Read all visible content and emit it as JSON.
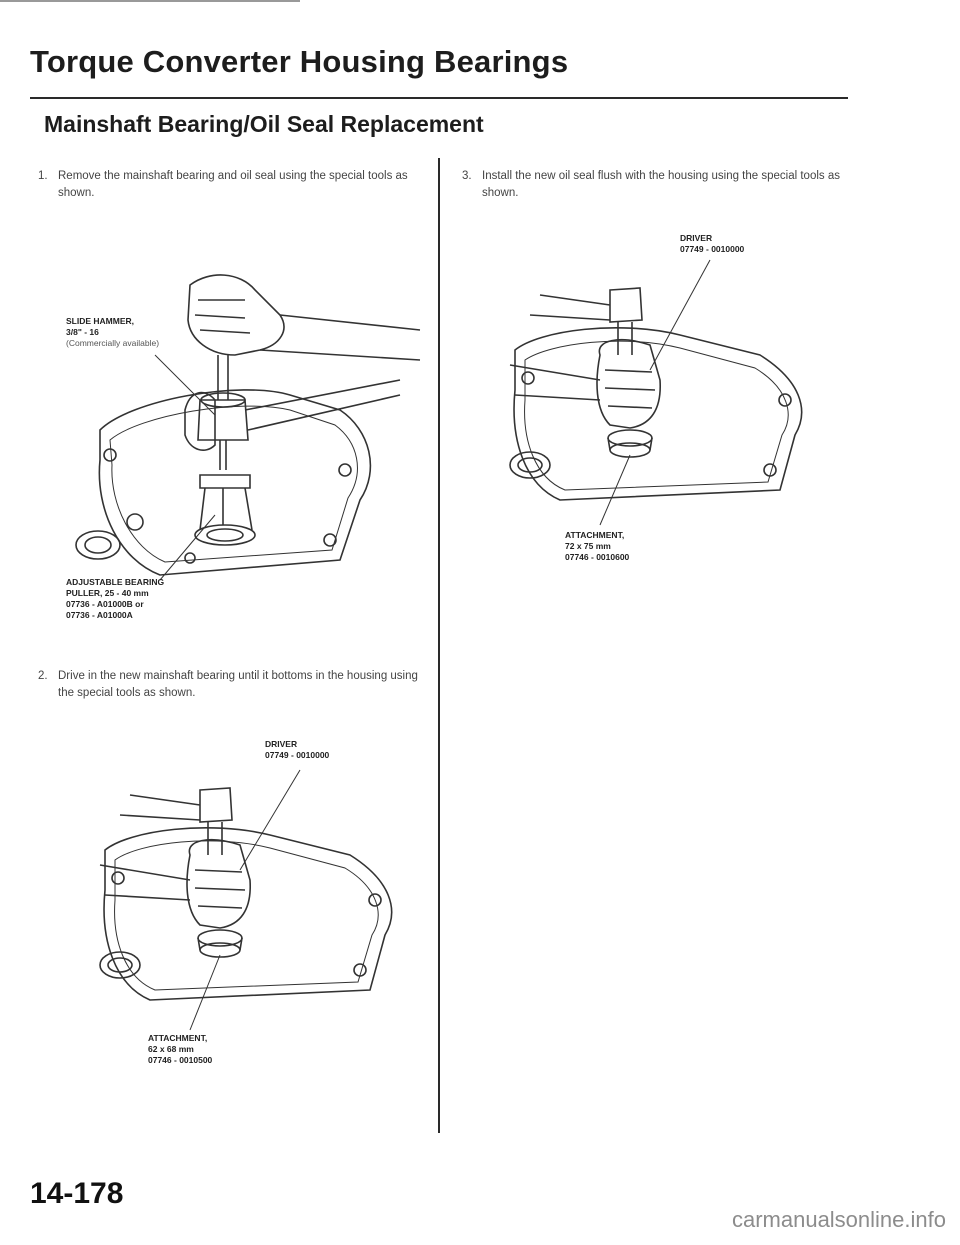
{
  "header": {
    "title": "Torque Converter Housing Bearings",
    "subtitle": "Mainshaft Bearing/Oil Seal Replacement"
  },
  "steps": [
    {
      "num": "1.",
      "text": "Remove the mainshaft bearing and oil seal using the special tools as shown."
    },
    {
      "num": "2.",
      "text": "Drive in the new mainshaft bearing until it bottoms in the housing using the special tools as shown."
    },
    {
      "num": "3.",
      "text": "Install the new oil seal flush with the housing using the special tools as shown."
    }
  ],
  "figure1": {
    "slide_hammer": {
      "line1": "SLIDE HAMMER,",
      "line2": "3/8\" - 16",
      "line3": "(Commercially available)"
    },
    "puller": {
      "line1": "ADJUSTABLE BEARING",
      "line2": "PULLER, 25 - 40 mm",
      "line3": "07736 - A01000B or",
      "line4": "07736 - A01000A"
    }
  },
  "figure2": {
    "driver": {
      "line1": "DRIVER",
      "line2": "07749 - 0010000"
    },
    "attachment": {
      "line1": "ATTACHMENT,",
      "line2": "62 x 68 mm",
      "line3": "07746 - 0010500"
    }
  },
  "figure3": {
    "driver": {
      "line1": "DRIVER",
      "line2": "07749 - 0010000"
    },
    "attachment": {
      "line1": "ATTACHMENT,",
      "line2": "72 x 75 mm",
      "line3": "07746 - 0010600"
    }
  },
  "footer": {
    "page_number": "14-178",
    "watermark": "carmanualsonline.info"
  }
}
